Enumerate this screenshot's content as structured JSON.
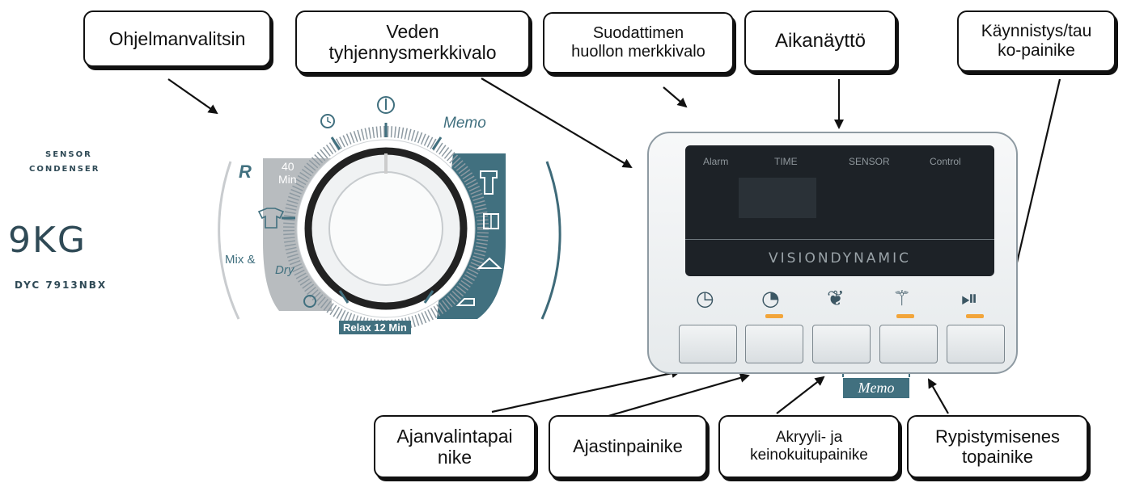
{
  "callouts": {
    "program_selector": "Ohjelmanvalitsin",
    "water_drain_light_1": "Veden",
    "water_drain_light_2": "tyhjennysmerkkivalo",
    "filter_light_1": "Suodattimen",
    "filter_light_2": "huollon merkkivalo",
    "time_display": "Aikanäyttö",
    "start_pause_1": "Käynnistys/tau",
    "start_pause_2": "ko-painike",
    "time_select_1": "Ajanvalintapai",
    "time_select_2": "nike",
    "timer_button": "Ajastinpainike",
    "acrylic_1": "Akryyli- ja",
    "acrylic_2": "keinokuitupainike",
    "anticrease_1": "Rypistymisenes",
    "anticrease_2": "topainike"
  },
  "brand": {
    "line1": "SENSOR",
    "line2": "CONDENSER",
    "capacity": "9KG",
    "model": "DYC 7913NBX"
  },
  "dial": {
    "memo": "Memo",
    "r_label": "R",
    "min40_a": "40",
    "min40_b": "Min",
    "mix": "Mix &",
    "dry": "Dry",
    "relax": "Relax 12 Min"
  },
  "display": {
    "alarm": "Alarm",
    "time": "TIME",
    "sensor": "SENSOR",
    "control": "Control",
    "brand": "VISIONDYNAMIC"
  },
  "memo_tag": "Memo",
  "colors": {
    "accent": "#41707f",
    "led": "#f2a53a",
    "display_bg": "#1d2227",
    "dial_grey": "#b8bcbf"
  }
}
